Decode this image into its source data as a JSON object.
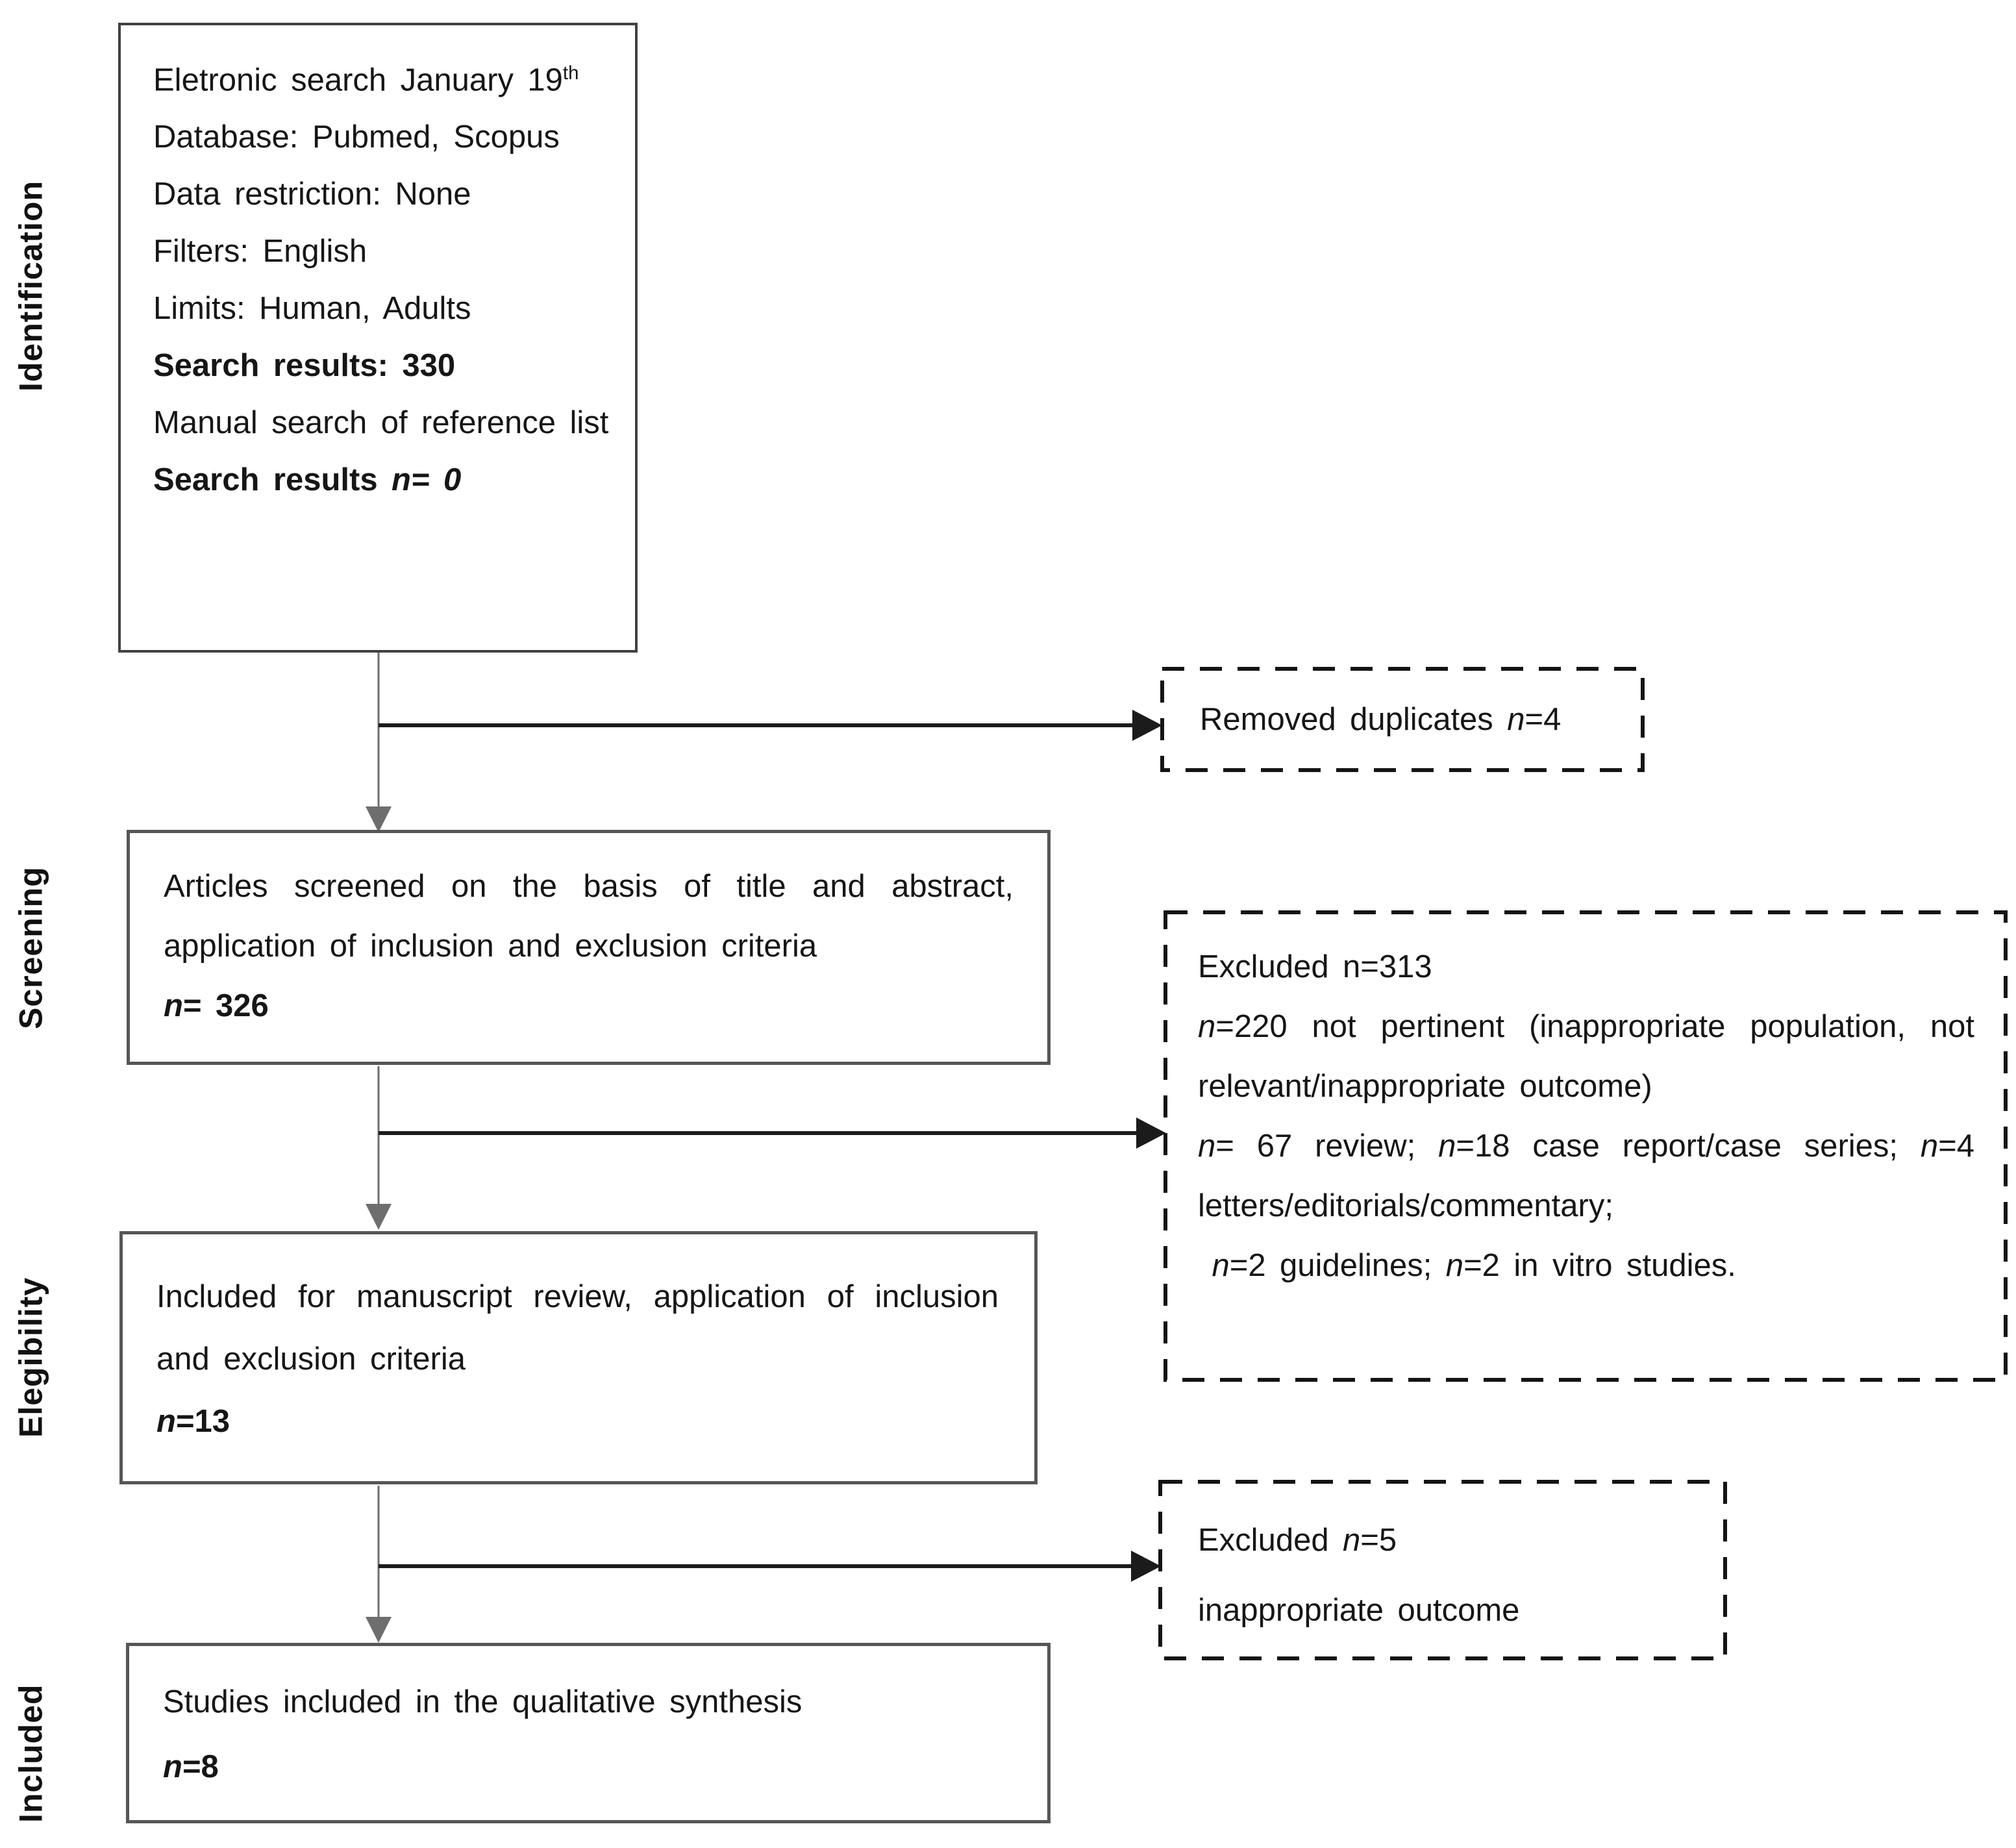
{
  "stages": {
    "identification": "Identification",
    "screening": "Screening",
    "elegibility": "Elegibility",
    "included": "Included"
  },
  "identification_box": {
    "lines": [
      {
        "segs": [
          {
            "t": "Eletronic search January 19"
          },
          {
            "sup": "th"
          }
        ]
      },
      {
        "segs": [
          {
            "t": "Database: Pubmed, Scopus"
          }
        ]
      },
      {
        "segs": [
          {
            "t": "Data restriction: None"
          }
        ]
      },
      {
        "segs": [
          {
            "t": "Filters: English"
          }
        ]
      },
      {
        "segs": [
          {
            "t": "Limits: Human, Adults"
          }
        ]
      },
      {
        "segs": [
          {
            "b": "Search results: 330"
          }
        ]
      },
      {
        "segs": [
          {
            "t": "Manual search of reference list"
          }
        ]
      },
      {
        "segs": [
          {
            "b": "Search results "
          },
          {
            "bi": "n"
          },
          {
            "bi": "= 0"
          }
        ]
      }
    ]
  },
  "removed_duplicates_box": {
    "lines": [
      {
        "segs": [
          {
            "t": "Removed duplicates "
          },
          {
            "i": "n"
          },
          {
            "t": "=4"
          }
        ]
      }
    ]
  },
  "screening_box": {
    "lines": [
      {
        "segs": [
          {
            "t": "Articles screened on the basis of title and abstract,"
          }
        ],
        "justify": true
      },
      {
        "segs": [
          {
            "t": "application of inclusion and exclusion criteria"
          }
        ]
      },
      {
        "segs": [
          {
            "bi": "n"
          },
          {
            "b": "= 326"
          }
        ]
      }
    ]
  },
  "excluded_screening_box": {
    "lines": [
      {
        "segs": [
          {
            "t": "Excluded n=313"
          }
        ]
      },
      {
        "segs": [
          {
            "i": "n"
          },
          {
            "t": "=220 not pertinent (inappropriate population, not"
          }
        ],
        "justify": true
      },
      {
        "segs": [
          {
            "t": "relevant/inappropriate outcome)"
          }
        ]
      },
      {
        "segs": [
          {
            "i": "n"
          },
          {
            "t": "= 67 review; "
          },
          {
            "i": "n"
          },
          {
            "t": "=18 case report/case series; "
          },
          {
            "i": "n"
          },
          {
            "t": "=4"
          }
        ],
        "justify": true
      },
      {
        "segs": [
          {
            "t": "letters/editorials/commentary;"
          }
        ]
      },
      {
        "segs": [
          {
            "t": " "
          },
          {
            "i": "n"
          },
          {
            "t": "=2 guidelines; "
          },
          {
            "i": "n"
          },
          {
            "t": "=2 in vitro studies."
          }
        ]
      }
    ]
  },
  "eligibility_box": {
    "lines": [
      {
        "segs": [
          {
            "t": "Included for manuscript review, application of inclusion"
          }
        ],
        "justify": true
      },
      {
        "segs": [
          {
            "t": "and exclusion criteria"
          }
        ]
      },
      {
        "segs": [
          {
            "bi": "n"
          },
          {
            "b": "=13"
          }
        ]
      }
    ]
  },
  "excluded_eligibility_box": {
    "lines": [
      {
        "segs": [
          {
            "t": "Excluded "
          },
          {
            "i": "n"
          },
          {
            "t": "=5"
          }
        ]
      },
      {
        "segs": [
          {
            "t": "inappropriate outcome"
          }
        ]
      }
    ]
  },
  "included_box": {
    "lines": [
      {
        "segs": [
          {
            "t": "Studies included in the qualitative synthesis"
          }
        ]
      },
      {
        "segs": [
          {
            "bi": "n"
          },
          {
            "b": "=8"
          }
        ]
      }
    ]
  },
  "colors": {
    "solid_box_border": "#565656",
    "identification_box_border": "#414141",
    "dashed_box_border": "#141414",
    "text": "#161616",
    "connector_vertical": "#6e6e6e",
    "connector_horizontal": "#1b1b1b"
  }
}
